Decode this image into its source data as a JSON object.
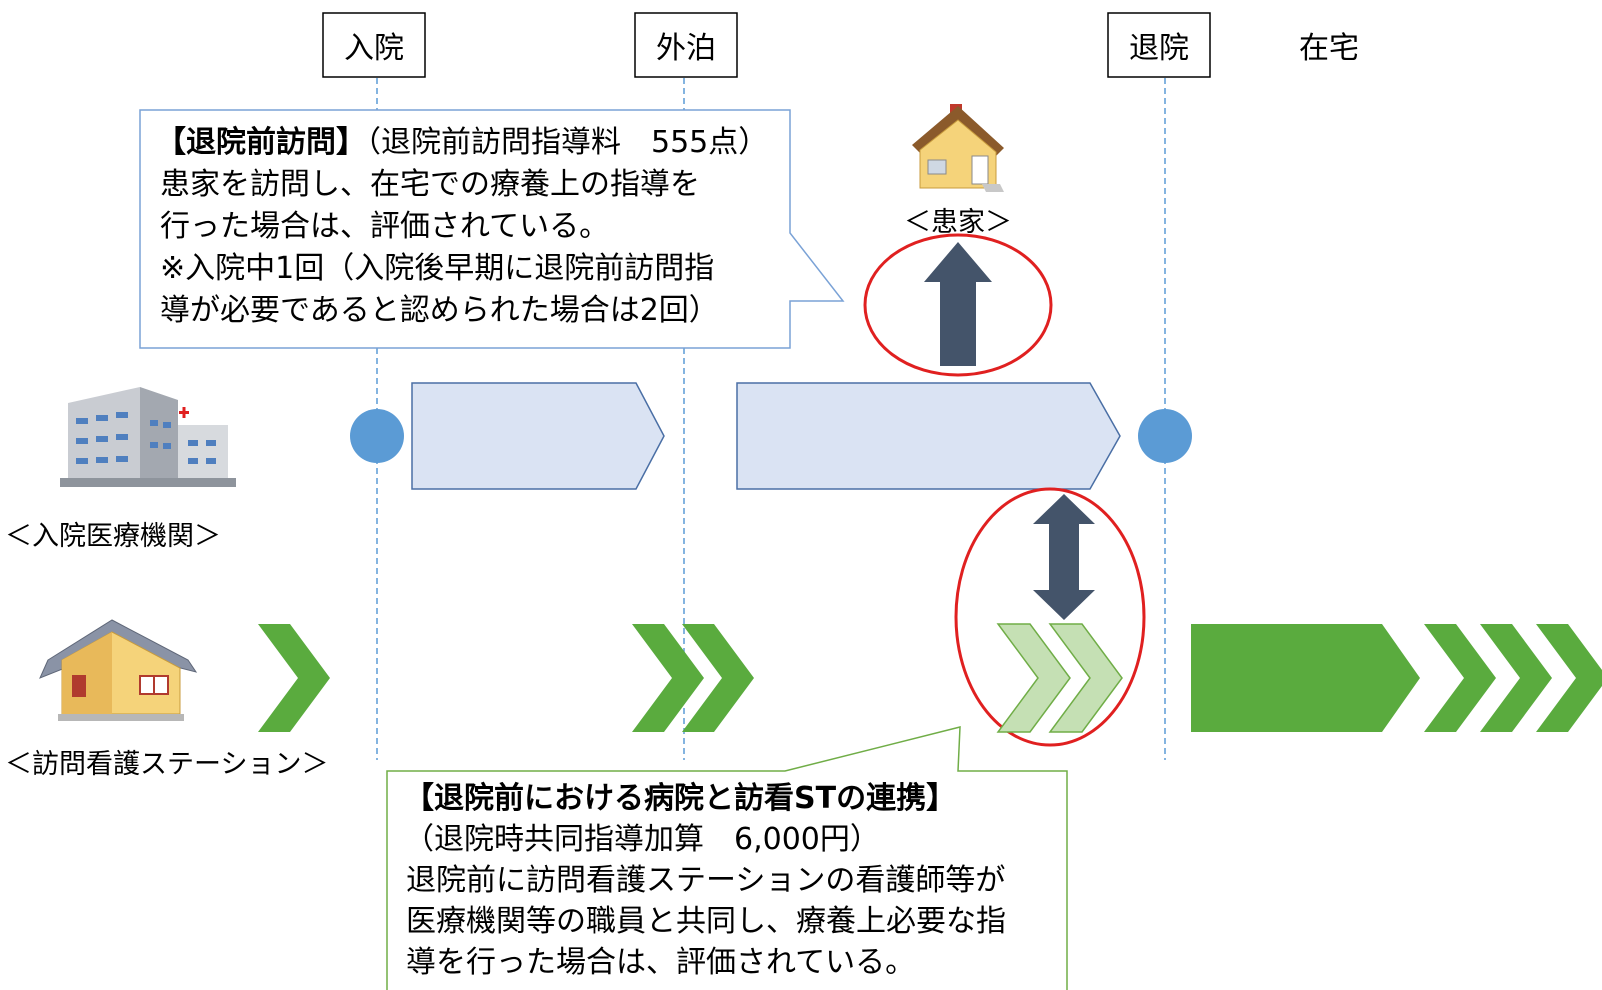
{
  "phases": {
    "admission": "入院",
    "overnight": "外泊",
    "discharge": "退院",
    "home": "在宅"
  },
  "entities": {
    "hospital": "＜入院医療機関＞",
    "station": "＜訪問看護ステーション＞",
    "patient_home": "＜患家＞"
  },
  "callout_visit": {
    "title": "【退院前訪問】",
    "title_note": "（退院前訪問指導料　555点）",
    "lines": [
      "患家を訪問し、在宅での療養上の指導を",
      "行った場合は、評価されている。",
      "※入院中1回（入院後早期に退院前訪問指",
      "導が必要であると認められた場合は2回）"
    ]
  },
  "callout_link": {
    "title": "【退院前における病院と訪看STの連携】",
    "note": "（退院時共同指導加算　6,000円）",
    "lines": [
      "退院前に訪問看護ステーションの看護師等が",
      "医療機関等の職員と共同し、療養上必要な指",
      "導を行った場合は、評価されている。"
    ]
  },
  "colors": {
    "hospital_bar_fill": "#dae3f3",
    "hospital_bar_stroke": "#4a6fa5",
    "milestone_dot": "#5b9bd5",
    "chevron_green": "#5aab3e",
    "chevron_light_green": "#c5e0b4",
    "arrow_dark": "#44546a",
    "highlight_ring": "#e02020",
    "callout_border_blue": "#7aa2d6",
    "callout_border_green": "#70ad47",
    "guide_line": "#5b9bd5"
  }
}
